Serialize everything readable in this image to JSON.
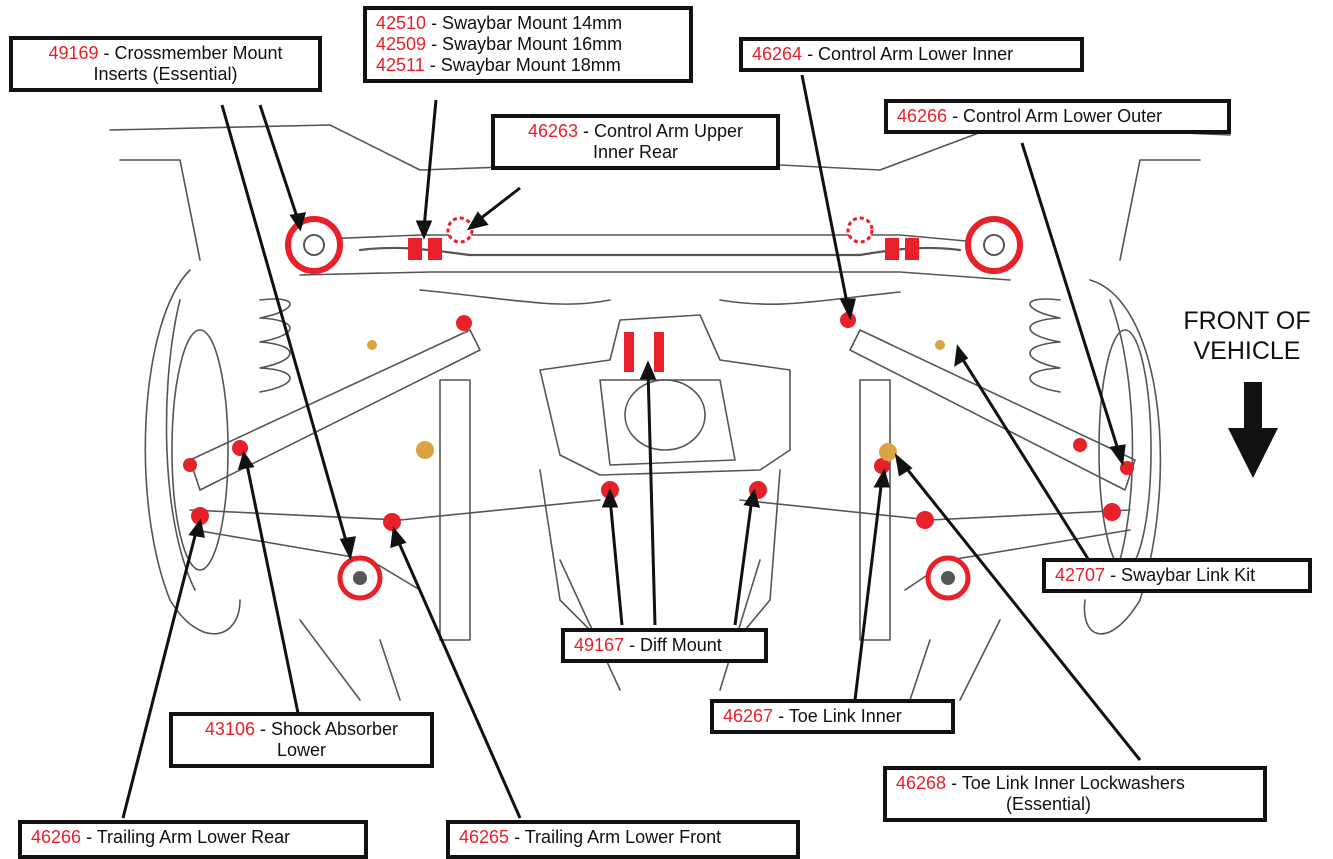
{
  "labels": {
    "crossmember": {
      "num": "49169",
      "line1": " - Crossmember Mount",
      "line2": "Inserts (Essential)"
    },
    "swaybar_mount": [
      {
        "num": "42510",
        "text": " - Swaybar Mount 14mm"
      },
      {
        "num": "42509",
        "text": " - Swaybar Mount 16mm"
      },
      {
        "num": "42511",
        "text": " - Swaybar Mount 18mm"
      }
    ],
    "ctrl_upper": {
      "num": "46263",
      "line1": " - Control Arm Upper",
      "line2": "Inner Rear"
    },
    "ctrl_lower_inner": {
      "num": "46264",
      "text": " - Control Arm Lower Inner"
    },
    "ctrl_lower_outer": {
      "num": "46266",
      "text": " - Control Arm Lower Outer"
    },
    "swaybar_link": {
      "num": "42707",
      "text": " - Swaybar Link Kit"
    },
    "diff_mount": {
      "num": "49167",
      "text": " - Diff Mount"
    },
    "toe_link_inner": {
      "num": "46267",
      "text": " - Toe Link Inner"
    },
    "toe_lockwashers": {
      "num": "46268",
      "line1": " - Toe Link Inner Lockwashers",
      "line2": "(Essential)"
    },
    "shock_lower": {
      "num": "43106",
      "line1": " - Shock Absorber",
      "line2": "Lower"
    },
    "trailing_rear": {
      "num": "46266",
      "text": " - Trailing Arm Lower Rear"
    },
    "trailing_front": {
      "num": "46265",
      "text": " - Trailing Arm Lower Front"
    }
  },
  "front_of_vehicle": {
    "line1": "FRONT OF",
    "line2": "VEHICLE"
  },
  "colors": {
    "part_number": "#e8202a",
    "bushing": "#e8202a",
    "washer": "#d9a441",
    "line_art": "#444444"
  }
}
